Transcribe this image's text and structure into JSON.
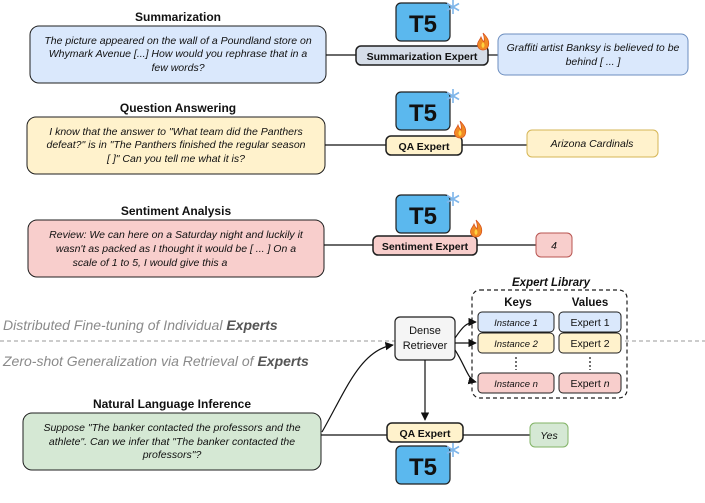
{
  "sections": {
    "summarization": {
      "title": "Summarization",
      "input": [
        "The picture appeared on the wall of a Poundland store on",
        "Whymark Avenue [...] How would you rephrase that in a",
        "few words?"
      ],
      "expert": "Summarization Expert",
      "output": [
        "Graffiti artist Banksy is believed to be",
        "behind [ ... ]"
      ]
    },
    "qa": {
      "title": "Question Answering",
      "input": [
        "I know that the answer to \"What team did the Panthers",
        "defeat?\" is in \"The Panthers finished the regular season",
        "[    ]\" Can you tell me what it is?"
      ],
      "expert": "QA Expert",
      "output": "Arizona Cardinals"
    },
    "sentiment": {
      "title": "Sentiment Analysis",
      "input": [
        "Review: We can here on a Saturday night and luckily it",
        "wasn't as packed as I thought it would be [ ... ] On a",
        "scale of 1 to 5, I would give this a"
      ],
      "expert": "Sentiment Expert",
      "output": "4"
    },
    "nli": {
      "title": "Natural Language Inference",
      "input": [
        "Suppose \"The banker contacted the professors and the",
        "athlete\". Can we infer that \"The banker contacted the",
        "professors\"?"
      ],
      "expert": "QA Expert",
      "output": "Yes"
    }
  },
  "model_label": "T5",
  "phases": {
    "finetune": {
      "prefix": "Distributed Fine-tuning of Individual ",
      "emphasis": "Experts"
    },
    "zeroshot": {
      "prefix": "Zero-shot Generalization via Retrieval of ",
      "emphasis": "Experts"
    }
  },
  "retriever": [
    "Dense",
    "Retriever"
  ],
  "library": {
    "title": "Expert Library",
    "keys_header": "Keys",
    "values_header": "Values",
    "rows": [
      {
        "key": "Instance 1",
        "value_prefix": "Expert ",
        "value_suffix": "1"
      },
      {
        "key": "Instance 2",
        "value_prefix": "Expert ",
        "value_suffix": "2"
      },
      {
        "key": "Instance n",
        "value_prefix": "Expert ",
        "value_suffix": "n"
      }
    ]
  },
  "colors": {
    "blue_fill": "#dae8fc",
    "blue_stroke": "#6c8ebf",
    "yellow_fill": "#fff2cc",
    "yellow_stroke": "#d6b656",
    "red_fill": "#f8cecc",
    "red_stroke": "#b85450",
    "green_fill": "#d5e8d4",
    "green_stroke": "#82b366",
    "t5_fill": "#5bb8ee",
    "t5_stroke": "#1f1f1f"
  }
}
